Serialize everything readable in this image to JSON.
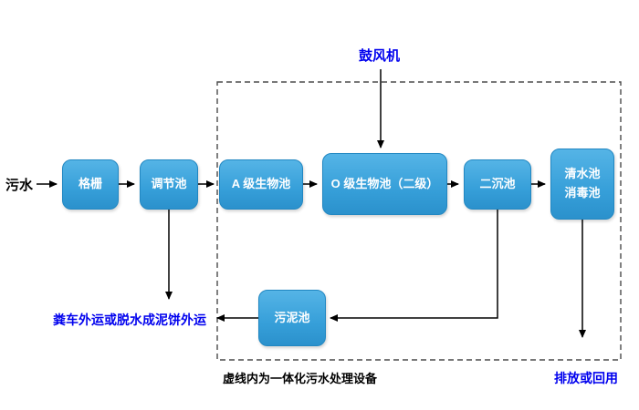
{
  "diagram": {
    "influent_label": "污水",
    "blower_label": "鼓风机",
    "boxes": {
      "grid": "格栅",
      "regulating": "调节池",
      "a_bio": "A 级生物池",
      "o_bio": "O 级生物池（二级）",
      "secondary_clarifier": "二沉池",
      "clear_line1": "清水池",
      "clear_line2": "消毒池",
      "sludge": "污泥池"
    },
    "sludge_disposal_label": "粪车外运或脱水成泥饼外运",
    "dashed_box_caption": "虚线内为一体化污水处理设备",
    "discharge_label": "排放或回用",
    "colors": {
      "box_fill": "#369fd9",
      "box_fill_light": "#55b4e6",
      "box_text": "#ffffff",
      "accent_blue_text": "#0000ee",
      "black_text": "#000000",
      "arrow": "#000000",
      "dashed_border": "#4a4a4a"
    }
  }
}
